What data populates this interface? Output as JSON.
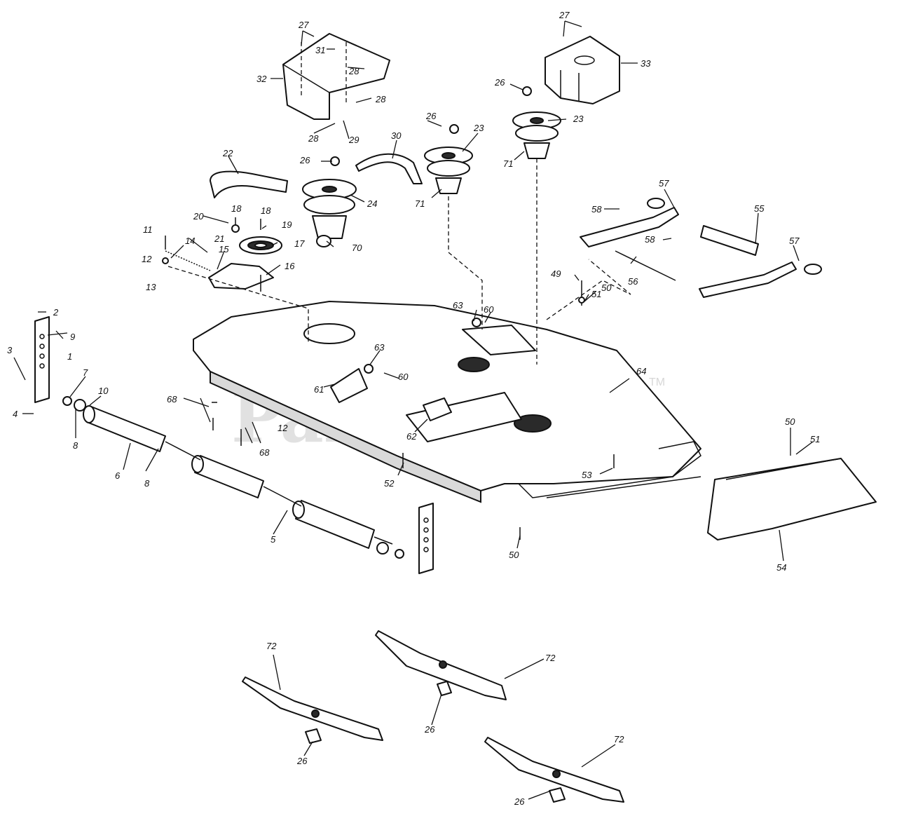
{
  "watermark": {
    "text": "PartsTree",
    "tm": "TM"
  },
  "callouts": {
    "c1": "1",
    "c2": "2",
    "c3": "3",
    "c4": "4",
    "c5": "5",
    "c6": "6",
    "c7": "7",
    "c8a": "8",
    "c8b": "8",
    "c9": "9",
    "c10": "10",
    "c11": "11",
    "c12a": "12",
    "c12b": "12",
    "c13": "13",
    "c14": "14",
    "c15": "15",
    "c16": "16",
    "c17": "17",
    "c18a": "18",
    "c18b": "18",
    "c19": "19",
    "c20": "20",
    "c21": "21",
    "c22": "22",
    "c23a": "23",
    "c23b": "23",
    "c24": "24",
    "c26a": "26",
    "c26b": "26",
    "c26c": "26",
    "c26d": "26",
    "c26e": "26",
    "c26f": "26",
    "c27a": "27",
    "c27b": "27",
    "c28a": "28",
    "c28b": "28",
    "c28c": "28",
    "c29": "29",
    "c30": "30",
    "c31": "31",
    "c32": "32",
    "c33": "33",
    "c49": "49",
    "c50a": "50",
    "c50b": "50",
    "c50c": "50",
    "c51a": "51",
    "c51b": "51",
    "c52": "52",
    "c53": "53",
    "c54": "54",
    "c55": "55",
    "c56": "56",
    "c57a": "57",
    "c57b": "57",
    "c58a": "58",
    "c58b": "58",
    "c60a": "60",
    "c60b": "60",
    "c61": "61",
    "c62": "62",
    "c63a": "63",
    "c63b": "63",
    "c64": "64",
    "c68a": "68",
    "c68b": "68",
    "c70": "70",
    "c71a": "71",
    "c71b": "71",
    "c72a": "72",
    "c72b": "72",
    "c72c": "72"
  }
}
